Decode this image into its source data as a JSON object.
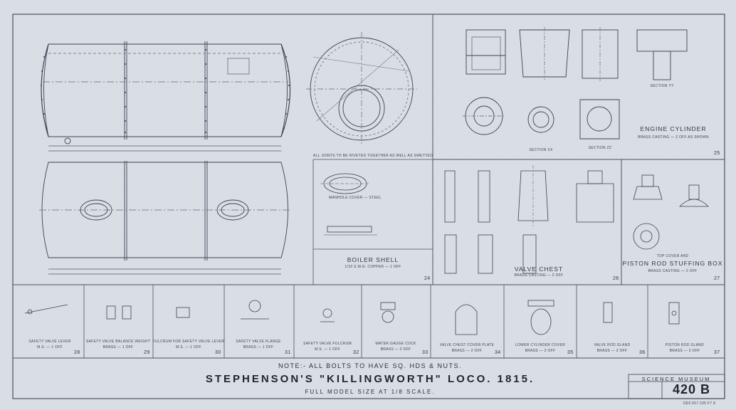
{
  "drawing": {
    "title": "STEPHENSON'S \"KILLINGWORTH\" LOCO. 1815.",
    "subtitle": "FULL MODEL SIZE AT 1/8 SCALE.",
    "note": "NOTE:- ALL BOLTS TO HAVE SQ. HDS & NUTS.",
    "museum": "SCIENCE MUSEUM",
    "drawing_number": "420 B",
    "footer_code": "DEF.557.105 F7 8"
  },
  "sections": {
    "boiler_shell": "BOILER SHELL",
    "boiler_shell_spec": "1/16 S.W.G. COPPER — 1 OFF",
    "all_joints": "ALL JOINTS TO BE RIVETED TOGETHER AS WELL AS SWETTED",
    "engine_cylinder": "ENGINE CYLINDER",
    "engine_cylinder_spec": "BRASS CASTING — 2 OFF AS SHOWN",
    "valve_chest": "VALVE CHEST",
    "valve_chest_spec": "BRASS CASTING — 2 OFF",
    "top_cover": "TOP COVER AND",
    "piston_rod": "PISTON ROD STUFFING BOX",
    "piston_rod_spec": "BRASS CASTING — 2 OFF",
    "manhole": "MANHOLE COVER — STEEL",
    "section_yy": "SECTION YY",
    "section_zz": "SECTION ZZ",
    "section_xx": "SECTION XX"
  },
  "parts": [
    {
      "label": "SAFETY VALVE LEVER",
      "spec": "M.S. — 1 OFF",
      "num": "28"
    },
    {
      "label": "SAFETY VALVE BALANCE WEIGHT",
      "spec": "BRASS — 1 OFF",
      "num": "29"
    },
    {
      "label": "FULCRUM FOR SAFETY VALVE LEVER",
      "spec": "M.S. — 1 OFF",
      "num": "30"
    },
    {
      "label": "SAFETY VALVE FLANGE",
      "spec": "BRASS — 1 OFF",
      "num": "31"
    },
    {
      "label": "SAFETY VALVE FULCRUM",
      "spec": "M.S. — 1 OFF",
      "num": "32"
    },
    {
      "label": "WATER GAUGE COCK",
      "spec": "BRASS — 2 OFF",
      "num": "33"
    },
    {
      "label": "VALVE CHEST COVER PLATE",
      "spec": "BRASS — 2 OFF",
      "num": "34"
    },
    {
      "label": "LOWER CYLINDER COVER",
      "spec": "BRASS — 2 OFF",
      "num": "35"
    },
    {
      "label": "VALVE ROD GLAND",
      "spec": "BRASS — 2 OFF",
      "num": "36"
    },
    {
      "label": "PISTON ROD GLAND",
      "spec": "BRASS — 2 OFF",
      "num": "37"
    }
  ],
  "panel_numbers": {
    "boiler": "24",
    "valve": "26",
    "piston": "27",
    "cylinder": "25"
  },
  "colors": {
    "paper": "#d9dee5",
    "ink": "#3a4350",
    "faint": "#8a94a2"
  }
}
